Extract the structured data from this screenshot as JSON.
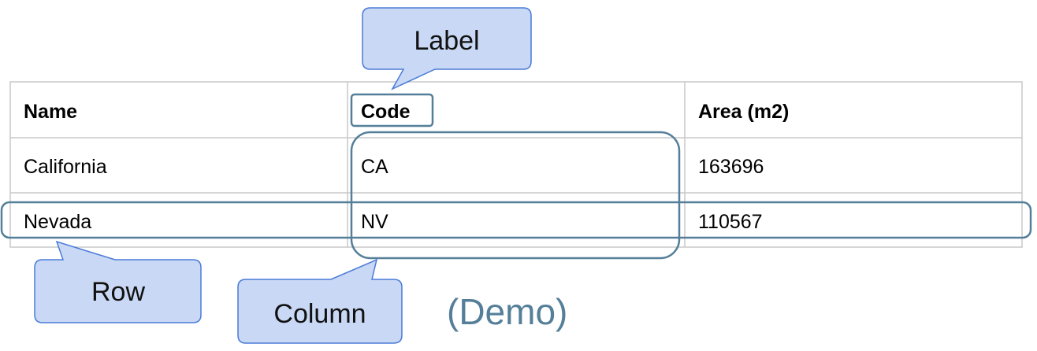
{
  "table": {
    "headers": [
      "Name",
      "Code",
      "Area (m2)"
    ],
    "rows": [
      [
        "California",
        "CA",
        "163696"
      ],
      [
        "Nevada",
        "NV",
        "110567"
      ]
    ]
  },
  "callouts": {
    "label": "Label",
    "row": "Row",
    "column": "Column"
  },
  "demo": "(Demo)",
  "colors": {
    "callout_fill": "#c9d8f4",
    "callout_stroke": "#4a7bd8",
    "highlight_stroke": "#557f99",
    "grid": "#c8c8c8",
    "demo_text": "#557f99"
  }
}
